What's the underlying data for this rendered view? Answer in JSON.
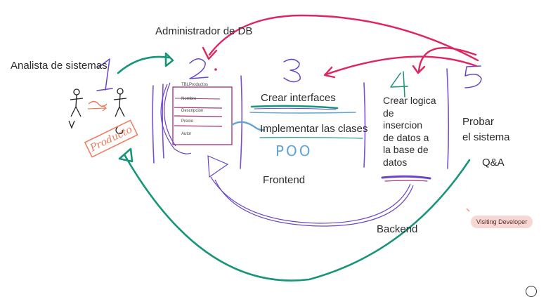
{
  "labels": {
    "analista": "Analista de sistemas",
    "admin_db": "Administrador de DB",
    "crear_interfaces": "Crear interfaces",
    "implementar_clases": "Implementar las clases",
    "poo": "POO",
    "frontend": "Frontend",
    "crear_logica": "Crear logica\nde\ninsercion\nde datos a\nla base de\ndatos",
    "probar": "Probar\nel sistema",
    "qa": "Q&A",
    "backend": "Backend",
    "producto": "Producto"
  },
  "step_numbers": [
    "1",
    "2",
    "3",
    "4",
    "5"
  ],
  "table": {
    "title": "TBLProductos",
    "fields": [
      "Nombre",
      "Descripcion",
      "Precio",
      "Autor"
    ]
  },
  "badge": {
    "label": "Visiting Developer"
  },
  "colors": {
    "teal": "#16957a",
    "red": "#e0245e",
    "purple": "#6a44c7",
    "blue": "#5fa4d8",
    "orange": "#f07a5a",
    "magenta": "#a82a78"
  }
}
